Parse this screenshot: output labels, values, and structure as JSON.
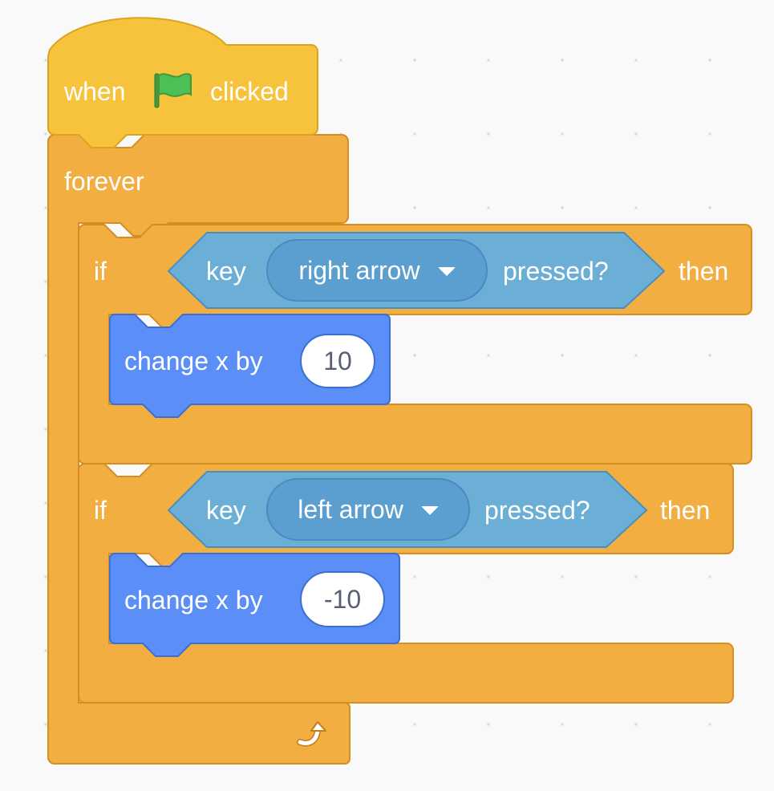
{
  "colors": {
    "events": "#f8c33c",
    "control": "#f2ae40",
    "sensing": "#6bafd6",
    "motion": "#5b8ef6"
  },
  "hat": {
    "when_label": "when",
    "flag_icon": "green-flag-icon",
    "clicked_label": "clicked"
  },
  "forever": {
    "label": "forever",
    "loop_icon": "loop-arrow-icon"
  },
  "if_blocks": [
    {
      "if_label": "if",
      "key_label": "key",
      "key_value": "right arrow",
      "pressed_label": "pressed?",
      "then_label": "then",
      "action_label": "change x by",
      "action_value": "10"
    },
    {
      "if_label": "if",
      "key_label": "key",
      "key_value": "left arrow",
      "pressed_label": "pressed?",
      "then_label": "then",
      "action_label": "change x by",
      "action_value": "-10"
    }
  ]
}
